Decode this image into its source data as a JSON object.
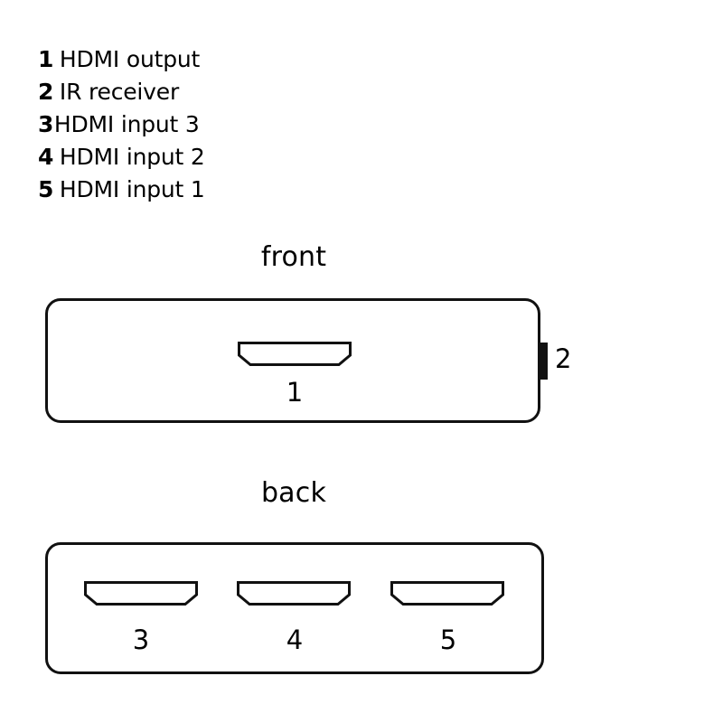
{
  "legend": {
    "items": [
      {
        "num": "1",
        "label": "HDMI output"
      },
      {
        "num": "2",
        "label": "IR receiver"
      },
      {
        "num": "3",
        "label": "HDMI input 3"
      },
      {
        "num": "4",
        "label": "HDMI input 2"
      },
      {
        "num": "5",
        "label": "HDMI input 1"
      }
    ]
  },
  "front": {
    "caption": "front",
    "ports": [
      {
        "id": "1",
        "label": "1",
        "type": "hdmi-output"
      }
    ],
    "ir_receiver": {
      "label": "2",
      "type": "ir-receiver"
    }
  },
  "back": {
    "caption": "back",
    "ports": [
      {
        "id": "3",
        "label": "3",
        "type": "hdmi-input"
      },
      {
        "id": "4",
        "label": "4",
        "type": "hdmi-input"
      },
      {
        "id": "5",
        "label": "5",
        "type": "hdmi-input"
      }
    ]
  },
  "colors": {
    "stroke": "#111111",
    "background": "#ffffff",
    "ir_tab": "#111111"
  }
}
